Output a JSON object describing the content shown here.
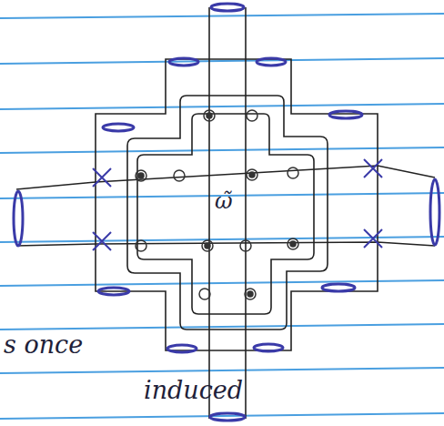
{
  "diagram": {
    "labels": [
      "ω̃",
      "s once",
      "induced"
    ]
  }
}
